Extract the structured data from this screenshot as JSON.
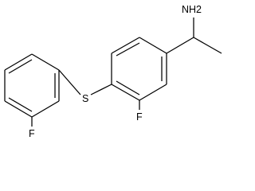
{
  "structure": {
    "atom_labels": {
      "nh2": "NH2",
      "sulfur": "S",
      "fluorine_left": "F",
      "fluorine_right": "F"
    }
  }
}
